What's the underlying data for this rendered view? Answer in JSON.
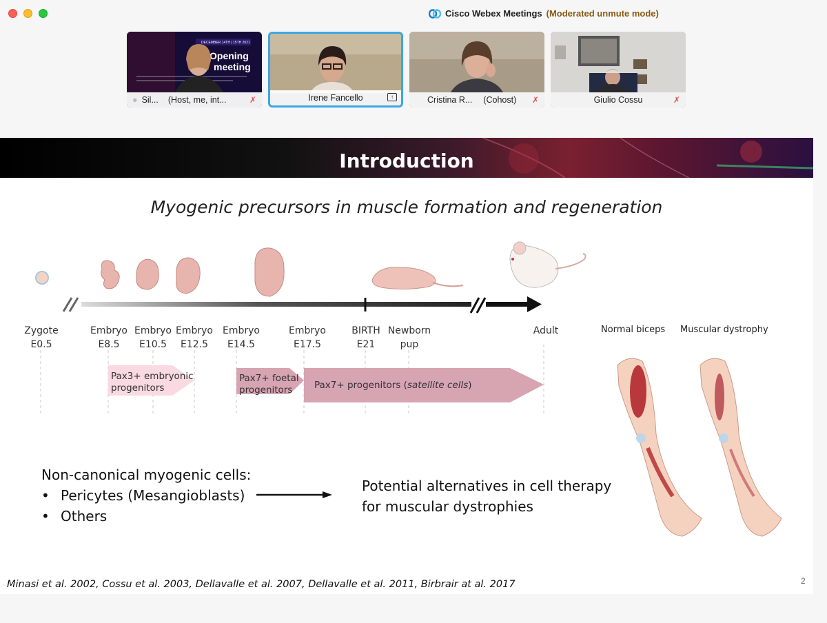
{
  "window": {
    "app_name": "Cisco Webex Meetings",
    "mode": "(Moderated unmute mode)"
  },
  "participants": [
    {
      "name": "Sil...",
      "role": "(Host, me, int...",
      "mic": "muted",
      "slide_thumb": {
        "line1": "Opening",
        "line2": "meeting",
        "date": "DECEMBER 14TH | 15TH 2021"
      }
    },
    {
      "name": "Irene Fancello",
      "role": "",
      "mic": "sharing",
      "active": true
    },
    {
      "name": "Cristina R...",
      "role": "(Cohost)",
      "mic": "muted"
    },
    {
      "name": "Giulio Cossu",
      "role": "",
      "mic": "muted"
    }
  ],
  "slide": {
    "title": "Introduction",
    "subtitle": "Myogenic precursors in muscle formation and regeneration",
    "timeline": [
      {
        "line1": "Zygote",
        "line2": "E0.5"
      },
      {
        "line1": "Embryo",
        "line2": "E8.5"
      },
      {
        "line1": "Embryo",
        "line2": "E10.5"
      },
      {
        "line1": "Embryo",
        "line2": "E12.5"
      },
      {
        "line1": "Embryo",
        "line2": "E14.5"
      },
      {
        "line1": "Embryo",
        "line2": "E17.5"
      },
      {
        "line1": "BIRTH",
        "line2": "E21"
      },
      {
        "line1": "Newborn",
        "line2": "pup"
      },
      {
        "line1": "Adult",
        "line2": ""
      }
    ],
    "progenitors": {
      "pax3_line1": "Pax3+ embryonic",
      "pax3_line2": "progenitors",
      "pax7f_line1": "Pax7+ foetal",
      "pax7f_line2": "progenitors",
      "pax7s_prefix": "Pax7+ progenitors (",
      "pax7s_italic": "satellite cells",
      "pax7s_suffix": ")"
    },
    "arms": {
      "normal": "Normal biceps",
      "dystrophy": "Muscular dystrophy"
    },
    "noncanonical": {
      "heading": "Non-canonical myogenic cells:",
      "items": [
        "Pericytes (Mesangioblasts)",
        "Others"
      ]
    },
    "alternatives": {
      "line1": "Potential alternatives in cell therapy",
      "line2": "for muscular dystrophies"
    },
    "references": "Minasi et al. 2002, Cossu et al. 2003, Dellavalle et al. 2007, Dellavalle et al. 2011, Birbrair at al. 2017",
    "page_number": "2"
  },
  "colors": {
    "active_border": "#3aa7e4",
    "pax3_fill": "#f9d9e2",
    "pax7_fill": "#d7a4b2",
    "mute_red": "#d9534f"
  }
}
